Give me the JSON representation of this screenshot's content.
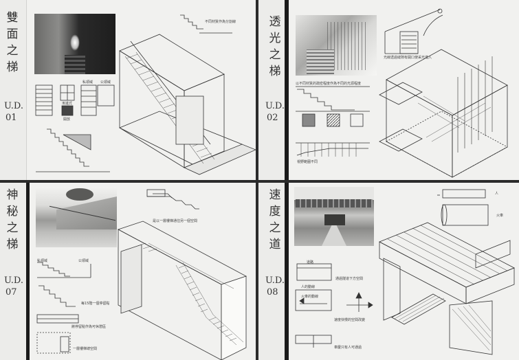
{
  "panels": [
    {
      "title_chars": [
        "雙",
        "面",
        "之",
        "梯"
      ],
      "ud_label": "U.D.",
      "ud_number": "01",
      "notes": [
        "不同材質作為分割線",
        "私領域",
        "公領域",
        "漸進式",
        "開放"
      ]
    },
    {
      "title_chars": [
        "透",
        "光",
        "之",
        "梯"
      ],
      "ud_label": "U.D.",
      "ud_number": "02",
      "notes": [
        "光線透過縫隙有開口使采光進入",
        "以不同材質的疏密程度作為不同的光源程度",
        "視野範圍不同"
      ]
    },
    {
      "title_chars": [
        "神",
        "秘",
        "之",
        "梯"
      ],
      "ud_label": "U.D.",
      "ud_number": "07",
      "notes": [
        "是以一層樓梯通往另一個空間",
        "私領域",
        "公領域",
        "每15階一個停留點",
        "將停留點作為可休憩區",
        "一層樓梯總空間"
      ]
    },
    {
      "title_chars": [
        "速",
        "度",
        "之",
        "道"
      ],
      "ud_label": "U.D.",
      "ud_number": "08",
      "notes": [
        "人",
        "火車",
        "道路",
        "通過隧道下方空間",
        "人的動線",
        "火車的動線",
        "速度快慢的空間改變",
        "車慶只有人可通過"
      ]
    }
  ]
}
